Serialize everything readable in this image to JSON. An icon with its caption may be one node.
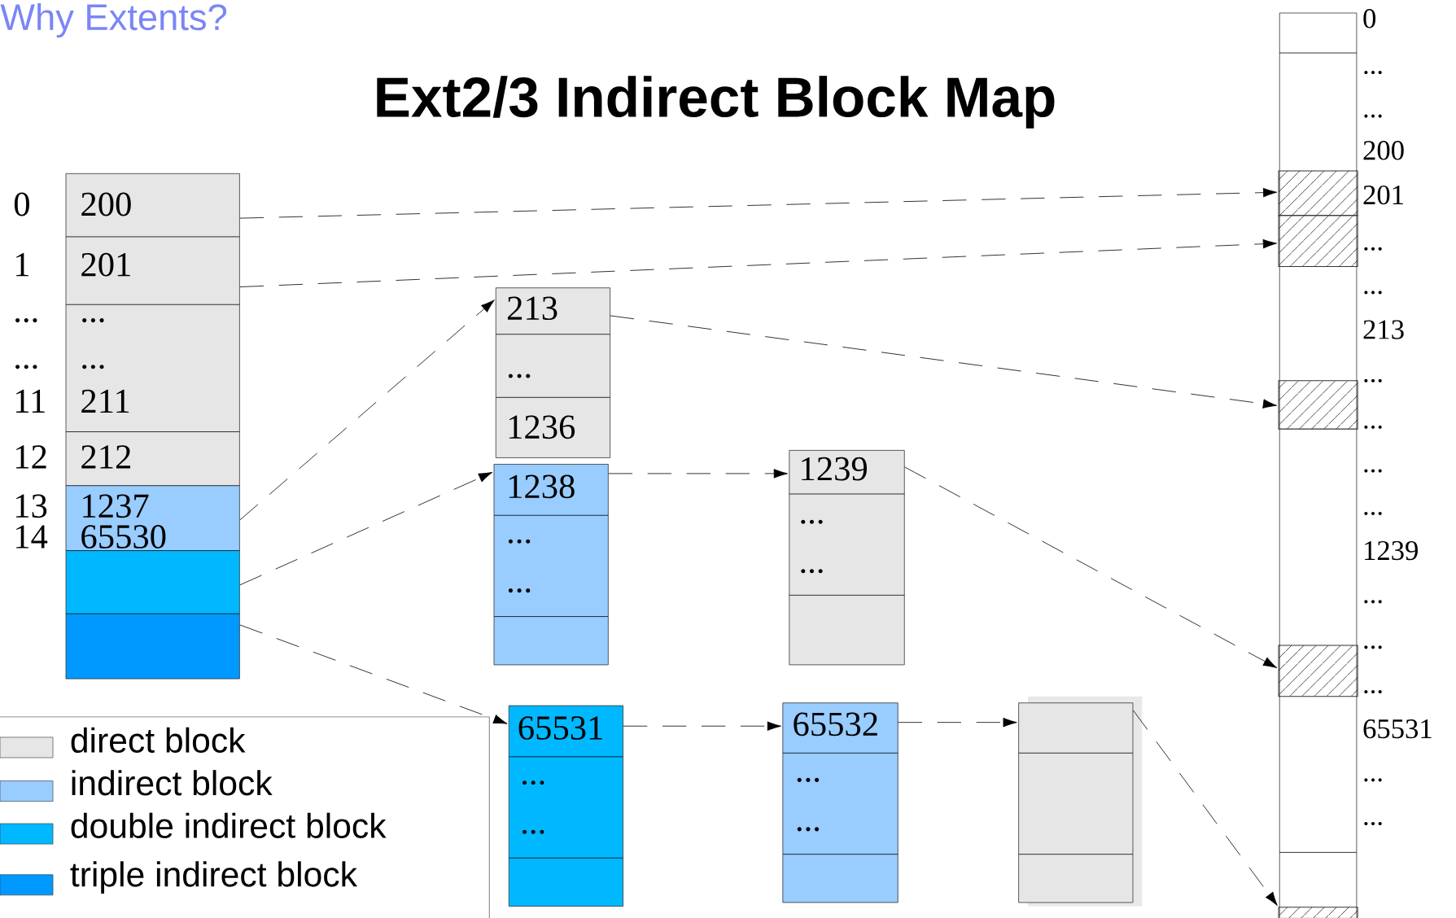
{
  "diagram": {
    "title": "Ext2/3 Indirect Block Map",
    "nodes": [
      {
        "text": [
          "200",
          "201",
          "...",
          "...",
          "211",
          "212",
          "1237",
          "65530"
        ],
        "beside": [
          "0",
          "1",
          "...",
          "...",
          "11",
          "12",
          "13",
          "14"
        ]
      },
      {
        "text": [
          "213",
          "...",
          "1236"
        ]
      },
      {
        "text": [
          "1238",
          "...",
          "..."
        ]
      },
      {
        "text": [
          "1239",
          "...",
          "..."
        ]
      },
      {
        "text": [
          "65531",
          "...",
          "..."
        ]
      },
      {
        "text": [
          "65532",
          "...",
          "..."
        ]
      },
      {
        "text": [],
        "shape": "box"
      },
      {
        "text": [],
        "shape": "bar",
        "beside": [
          "0",
          "...",
          "...",
          "200",
          "201",
          "...",
          "...",
          "213",
          "...",
          "...",
          "...",
          "...",
          "1239",
          "...",
          "...",
          "...",
          "65531",
          "...",
          "..."
        ]
      },
      {
        "text": [],
        "shape": "box",
        "in": 7
      },
      {
        "text": [],
        "shape": "box",
        "in": 7
      },
      {
        "text": [],
        "shape": "box",
        "in": 7
      },
      {
        "text": [],
        "shape": "box",
        "in": 7
      },
      {
        "text": [],
        "shape": "box",
        "in": 7
      }
    ],
    "edges": [
      {
        "from": 0,
        "to": 8,
        "arrow": "to"
      },
      {
        "from": 0,
        "to": 9,
        "arrow": "to"
      },
      {
        "from": 0,
        "to": 1,
        "arrow": "to"
      },
      {
        "from": 1,
        "to": 10,
        "arrow": "to"
      },
      {
        "from": 0,
        "to": 2,
        "arrow": "to"
      },
      {
        "from": 2,
        "to": 3,
        "arrow": "to"
      },
      {
        "from": 3,
        "to": 11,
        "arrow": "to"
      },
      {
        "from": 0,
        "to": 4,
        "arrow": "to"
      },
      {
        "from": 4,
        "to": 5,
        "arrow": "to"
      },
      {
        "from": 5,
        "to": 6,
        "arrow": "to"
      },
      {
        "from": 6,
        "to": 12,
        "arrow": "to"
      }
    ],
    "labels": [
      "Why Extents?"
    ],
    "legend": [
      {
        "text": "direct block",
        "color": "#e6e6e6"
      },
      {
        "text": "indirect block",
        "color": "#99ccff"
      },
      {
        "text": "double indirect block",
        "color": "#00b8ff"
      },
      {
        "text": "triple indirect block",
        "color": "#0099ff"
      }
    ]
  }
}
